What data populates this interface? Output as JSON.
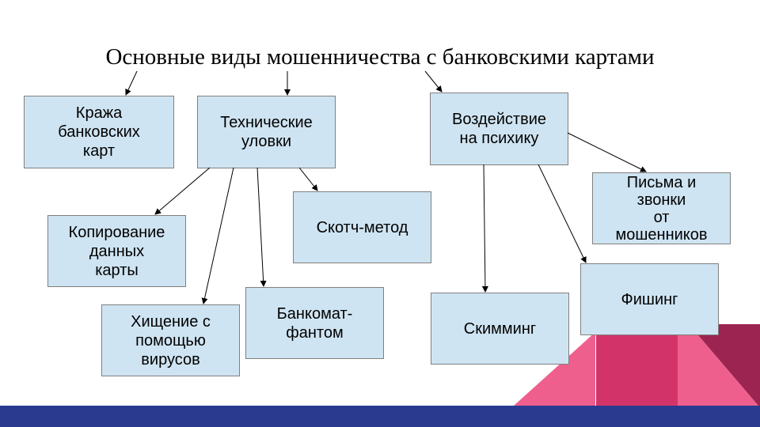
{
  "title": "Основные виды мошенничества с банковскими картами",
  "nodes": {
    "theft": "Кража\nбанковских\nкарт",
    "technical": "Технические\nуловки",
    "psych": "Воздействие\nна психику",
    "copying": "Копирование\nданных\nкарты",
    "tape": "Скотч-метод",
    "viruses": "Хищение с\nпомощью\nвирусов",
    "fake_atm": "Банкомат-\nфантом",
    "skimming": "Скимминг",
    "letters": "Письма и\nзвонки\nот\nмошенников",
    "phishing": "Фишинг"
  },
  "colors": {
    "box": "#cfe4f2",
    "bar": "#2a3a8f",
    "pink": "#ef5f8e",
    "magenta": "#d2346a",
    "maroon": "#9b2450"
  }
}
